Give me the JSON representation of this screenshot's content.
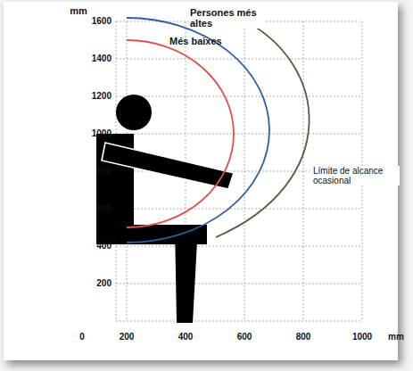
{
  "diagram": {
    "labels": [
      "mm",
      "1600",
      "1400",
      "1200",
      "1000",
      "800",
      "600",
      "400",
      "200",
      "0",
      "200",
      "400",
      "600",
      "800",
      "1000",
      "mm",
      "Persones més altes",
      "Més baixes",
      "Límite de alcance ocasional"
    ]
  }
}
